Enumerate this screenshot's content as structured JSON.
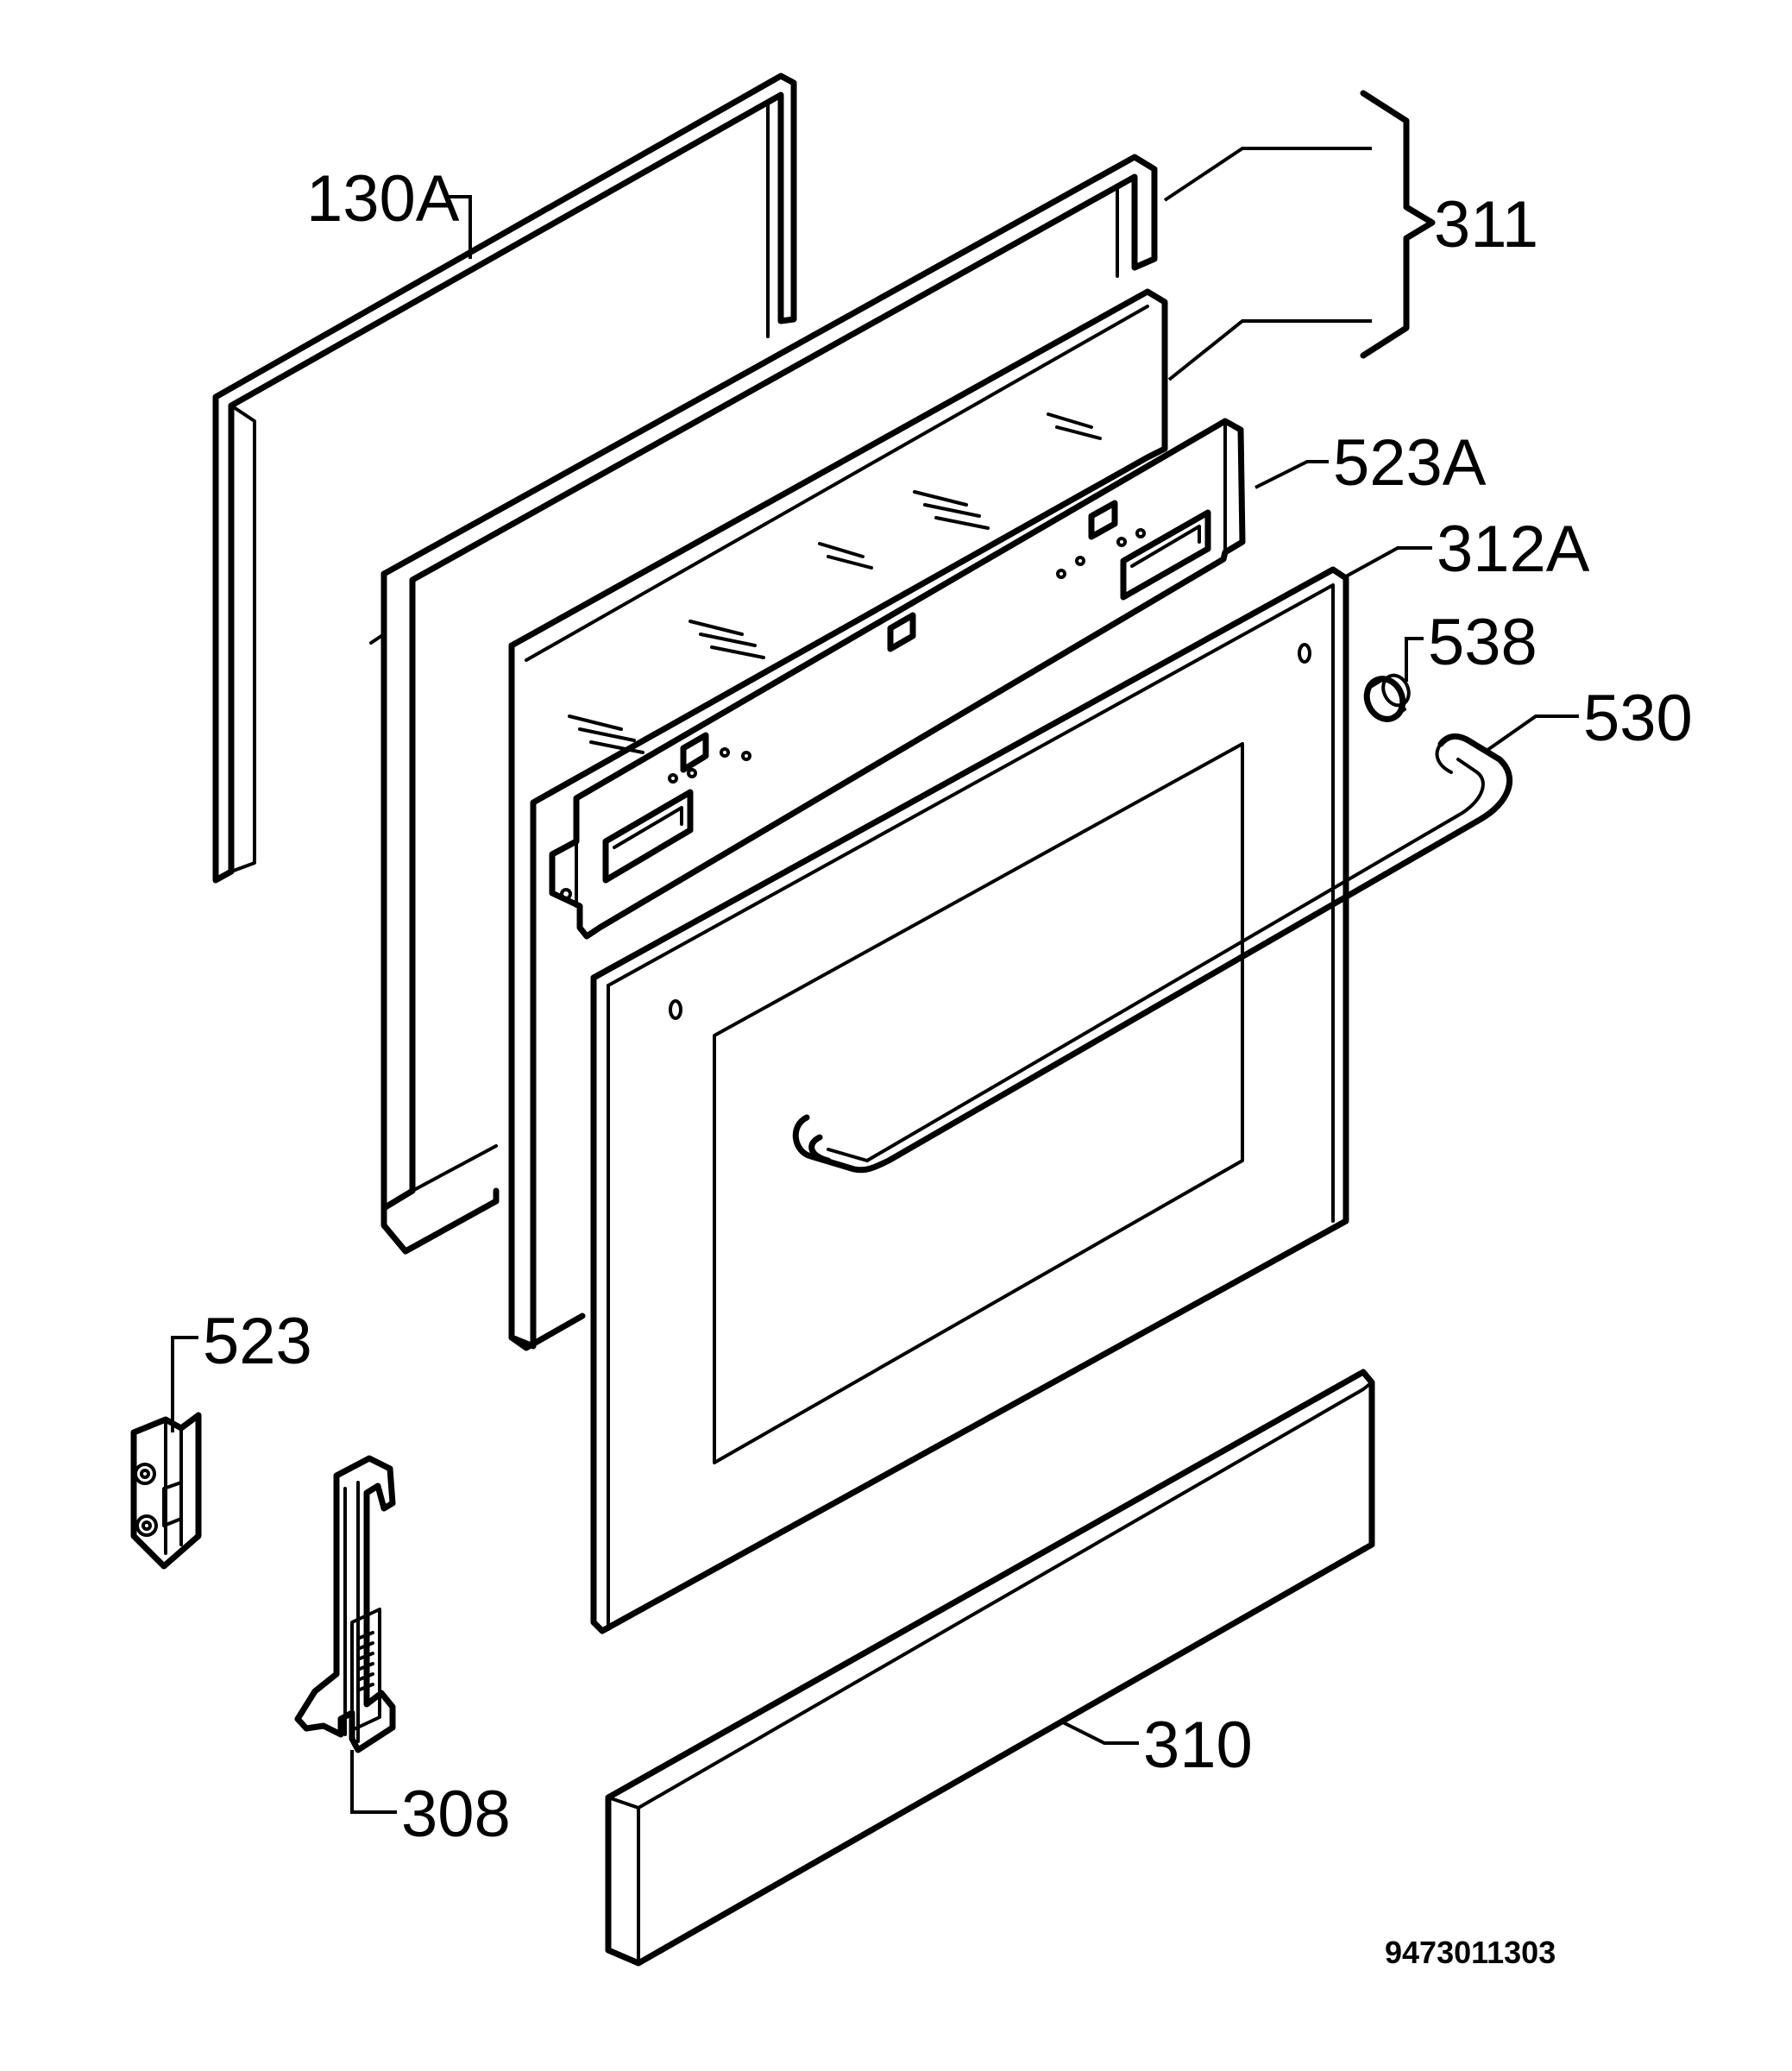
{
  "labels": {
    "p130a": "130A",
    "p311": "311",
    "p523a": "523A",
    "p312a": "312A",
    "p538": "538",
    "p530": "530",
    "p523": "523",
    "p308": "308",
    "p310": "310"
  },
  "document_number": "9473011303"
}
